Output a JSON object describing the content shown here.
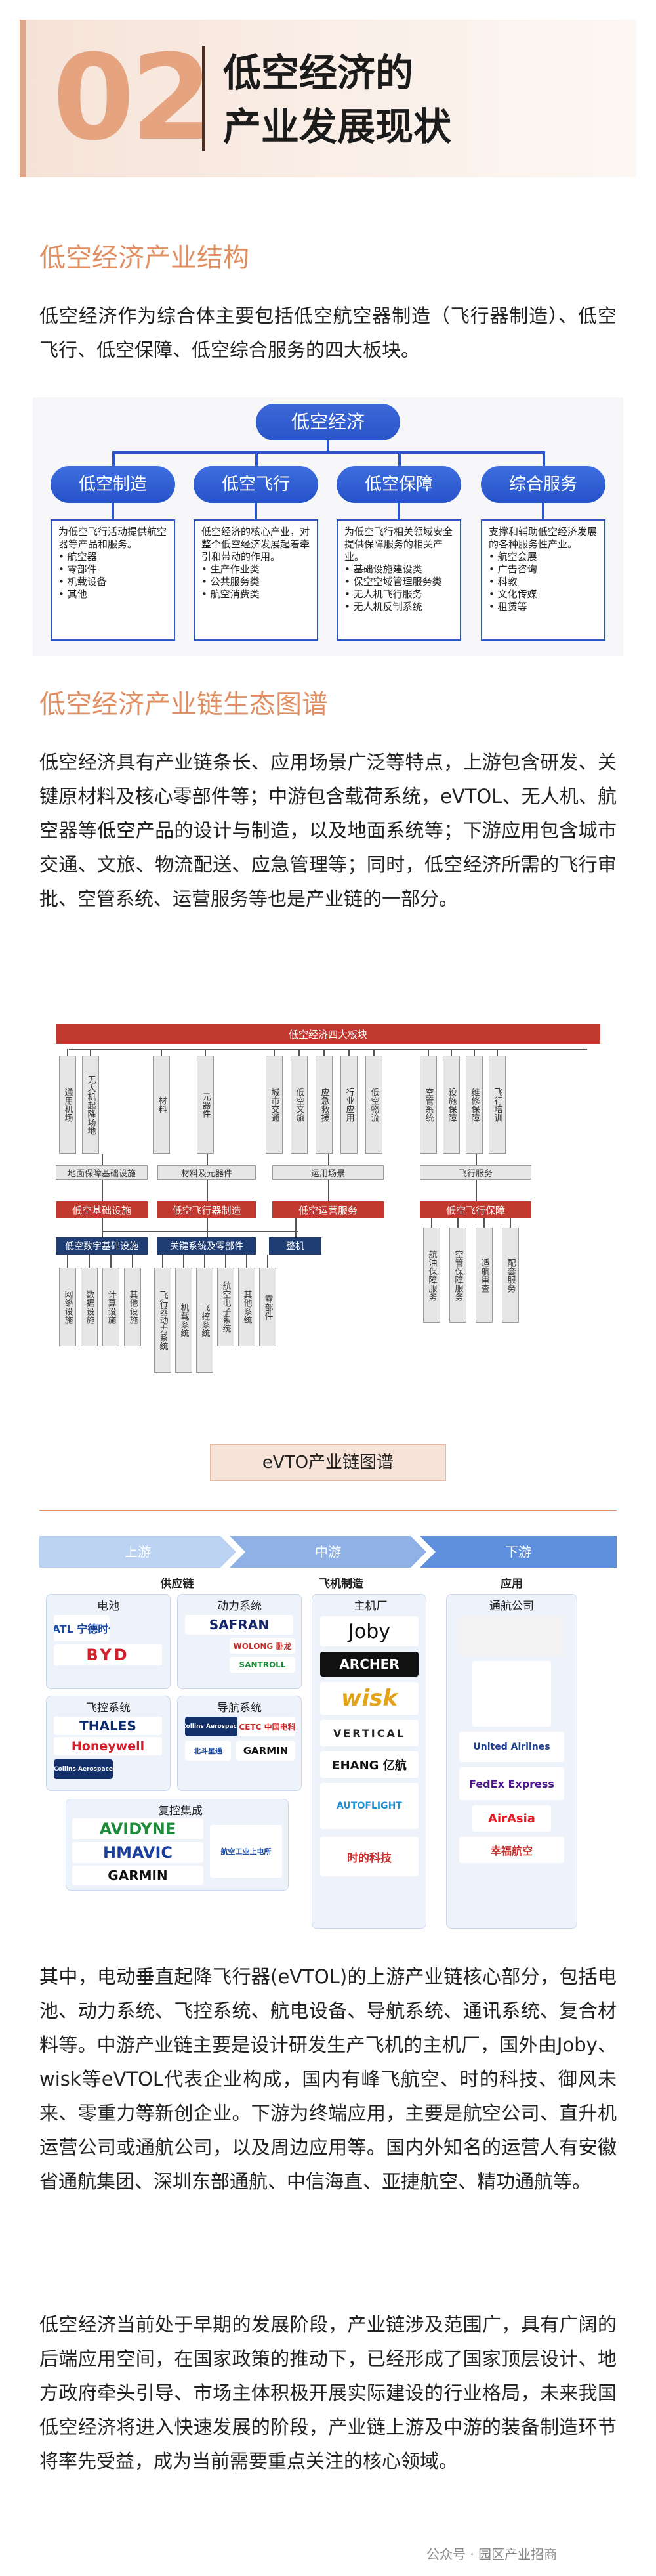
{
  "header": {
    "number": "02",
    "title_line1": "低空经济的",
    "title_line2": "产业发展现状"
  },
  "section1": {
    "heading": "低空经济产业结构",
    "intro": "低空经济作为综合体主要包括低空航空器制造（飞行器制造）、低空飞行、低空保障、低空综合服务的四大板块。"
  },
  "structure": {
    "root": "低空经济",
    "branches": [
      {
        "label": "低空制造",
        "desc": "为低空飞行活动提供航空器等产品和服务。",
        "items": [
          "航空器",
          "零部件",
          "机载设备",
          "其他"
        ]
      },
      {
        "label": "低空飞行",
        "desc": "低空经济的核心产业，对整个低空经济发展起着牵引和带动的作用。",
        "items": [
          "生产作业类",
          "公共服务类",
          "航空消费类"
        ]
      },
      {
        "label": "低空保障",
        "desc": "为低空飞行相关领域安全提供保障服务的相关产业。",
        "items": [
          "基础设施建设类",
          "保空空域管理服务类",
          "无人机飞行服务",
          "无人机反制系统"
        ]
      },
      {
        "label": "综合服务",
        "desc": "支撑和辅助低空经济发展的各种服务性产业。",
        "items": [
          "航空会展",
          "广告咨询",
          "科教",
          "文化传媒",
          "租赁等"
        ]
      }
    ]
  },
  "section2": {
    "heading": "低空经济产业链生态图谱",
    "para": "低空经济具有产业链条长、应用场景广泛等特点，上游包含研发、关键原材料及核心零部件等；中游包含载荷系统，eVTOL、无人机、航空器等低空产品的设计与制造，以及地面系统等；下游应用包含城市交通、文旅、物流配送、应急管理等；同时，低空经济所需的飞行审批、空管系统、运营服务等也是产业链的一部分。"
  },
  "eco": {
    "title": "低空经济四大板块",
    "top": [
      "通用机场",
      "无人机起降场地",
      "材料",
      "元器件",
      "城市交通",
      "低空文旅",
      "应急救援",
      "行业应用",
      "低空物流",
      "空管系统",
      "设施保障",
      "维修保障",
      "飞行培训"
    ],
    "mid_labels": [
      "地面保障基础设施",
      "材料及元器件",
      "运用场景",
      "飞行服务"
    ],
    "red": [
      "低空基础设施",
      "低空飞行器制造",
      "低空运营服务",
      "低空飞行保障"
    ],
    "navy": [
      "低空数字基础设施",
      "关键系统及零部件",
      "整机"
    ],
    "bottom_left": [
      "网络设施",
      "数据设施",
      "计算设施",
      "其他设施"
    ],
    "bottom_mid": [
      "飞行器动力系统",
      "机载系统",
      "飞控系统",
      "航空电子系统",
      "其他系统",
      "零部件"
    ],
    "bottom_right": [
      "航油保障服务",
      "空管保障服务",
      "适航审查",
      "配套服务"
    ]
  },
  "evtol": {
    "badge": "eVTO产业链图谱",
    "stages": [
      "上游",
      "中游",
      "下游"
    ],
    "upstream": "供应链",
    "midstream": "飞机制造",
    "downstream": "应用",
    "groups": [
      "电池",
      "动力系统",
      "飞控系统",
      "导航系统",
      "复控集成",
      "主机厂",
      "通航公司"
    ],
    "logos": [
      "CATL 宁德时代",
      "BYD",
      "SAFRAN",
      "WOLONG 卧龙",
      "SANTROLL",
      "THALES",
      "Honeywell",
      "Collins Aerospace",
      "CETC 中国电科",
      "北斗星通",
      "GARMIN",
      "AVIDYNE",
      "HMAVIC",
      "GARMIN",
      "航空工业上电所",
      "Joby",
      "ARCHER",
      "wisk",
      "VERTICAL",
      "EHANG 亿航",
      "AUTOFLIGHT",
      "时的科技",
      "United Airlines",
      "FedEx Express",
      "AirAsia",
      "幸福航空"
    ]
  },
  "section3": {
    "para1": "其中，电动垂直起降飞行器(eVTOL)的上游产业链核心部分，包括电池、动力系统、飞控系统、航电设备、导航系统、通讯系统、复合材料等。中游产业链主要是设计研发生产飞机的主机厂，国外由Joby、wisk等eVTOL代表企业构成，国内有峰飞航空、时的科技、御风未来、零重力等新创企业。下游为终端应用，主要是航空公司、直升机运营公司或通航公司，以及周边应用等。国内外知名的运营人有安徽省通航集团、深圳东部通航、中信海直、亚捷航空、精功通航等。",
    "para2": "低空经济当前处于早期的发展阶段，产业链涉及范围广，具有广阔的后端应用空间，在国家政策的推动下，已经形成了国家顶层设计、地方政府牵头引导、市场主体积极开展实际建设的行业格局，未来我国低空经济将进入快速发展的阶段，产业链上游及中游的装备制造环节将率先受益，成为当前需要重点关注的核心领域。"
  },
  "footer": {
    "watermark": "公众号 · 园区产业招商"
  },
  "colors": {
    "accent": "#e08f62",
    "blue": "#2a56c8",
    "red": "#c23a2f",
    "navy": "#1f3c73"
  }
}
